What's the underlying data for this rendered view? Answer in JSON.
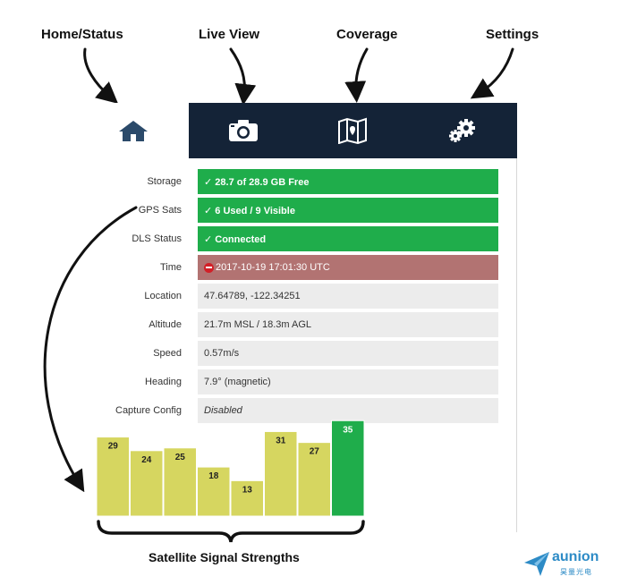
{
  "callouts": {
    "home": "Home/Status",
    "live": "Live View",
    "coverage": "Coverage",
    "settings": "Settings"
  },
  "nav": {
    "tabs": [
      {
        "icon": "house-icon",
        "active": true
      },
      {
        "icon": "camera-icon",
        "active": false
      },
      {
        "icon": "map-icon",
        "active": false
      },
      {
        "icon": "gears-icon",
        "active": false
      }
    ],
    "bar_color": "#142337"
  },
  "status": {
    "storage": {
      "label": "Storage",
      "value": "✓ 28.7 of 28.9 GB Free"
    },
    "gps_sats": {
      "label": "GPS Sats",
      "value": "✓ 6 Used / 9 Visible"
    },
    "dls_status": {
      "label": "DLS Status",
      "value": "✓ Connected"
    },
    "time": {
      "label": "Time",
      "value": "2017-10-19 17:01:30 UTC"
    },
    "location": {
      "label": "Location",
      "value": "47.64789, -122.34251"
    },
    "altitude": {
      "label": "Altitude",
      "value": "21.7m MSL / 18.3m AGL"
    },
    "speed": {
      "label": "Speed",
      "value": "0.57m/s"
    },
    "heading": {
      "label": "Heading",
      "value": "7.9° (magnetic)"
    },
    "capture_config": {
      "label": "Capture Config",
      "value": "Disabled"
    }
  },
  "colors": {
    "ok": "#1fad4b",
    "error": "#b27372",
    "neutral": "#ececec",
    "bar": "#d6d660",
    "bar_best": "#1fad4b"
  },
  "chart_data": {
    "type": "bar",
    "title": "Satellite Signal Strengths",
    "values": [
      29,
      24,
      25,
      18,
      13,
      31,
      27,
      35
    ],
    "highlight_index": 7,
    "ylim": [
      0,
      40
    ]
  },
  "logo": {
    "text": "aunion",
    "sub": "昊量光电"
  }
}
